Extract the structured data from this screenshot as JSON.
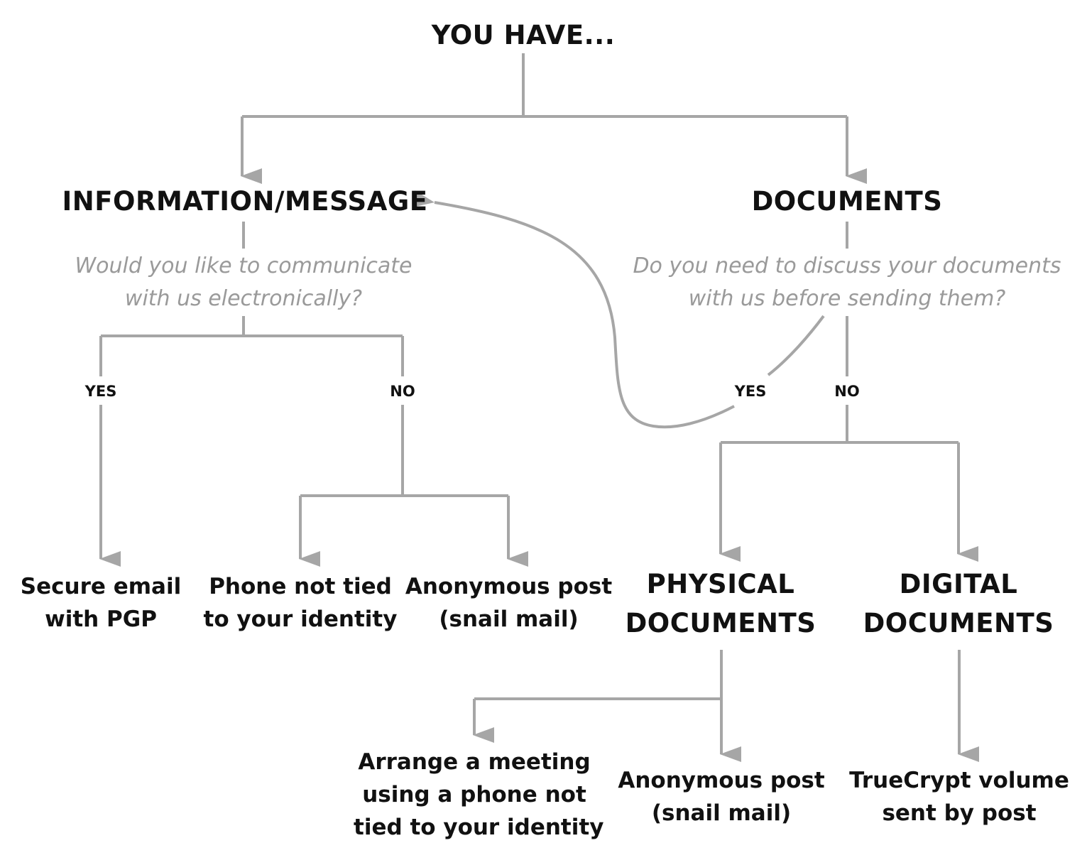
{
  "root": {
    "title": "YOU HAVE..."
  },
  "left": {
    "title": "INFORMATION/MESSAGE",
    "question": [
      "Would you like to communicate",
      "with us electronically?"
    ],
    "yes": "YES",
    "no": "NO",
    "outcomes": {
      "email": [
        "Secure email",
        "with PGP"
      ],
      "phone": [
        "Phone not tied",
        "to your identity"
      ],
      "post": [
        "Anonymous post",
        "(snail mail)"
      ]
    }
  },
  "right": {
    "title": "DOCUMENTS",
    "question": [
      "Do you need to discuss your documents",
      "with us before sending them?"
    ],
    "yes": "YES",
    "no": "NO",
    "physical": {
      "title": [
        "PHYSICAL",
        "DOCUMENTS"
      ],
      "meeting": [
        "Arrange a meeting",
        "using a phone not",
        "tied to your identity"
      ],
      "post": [
        "Anonymous post",
        "(snail mail)"
      ]
    },
    "digital": {
      "title": [
        "DIGITAL",
        "DOCUMENTS"
      ],
      "truecrypt": [
        "TrueCrypt volume",
        "sent by post"
      ]
    }
  },
  "colors": {
    "text": "#111111",
    "connector": "#a6a6a6",
    "question": "#9a9a9a"
  }
}
